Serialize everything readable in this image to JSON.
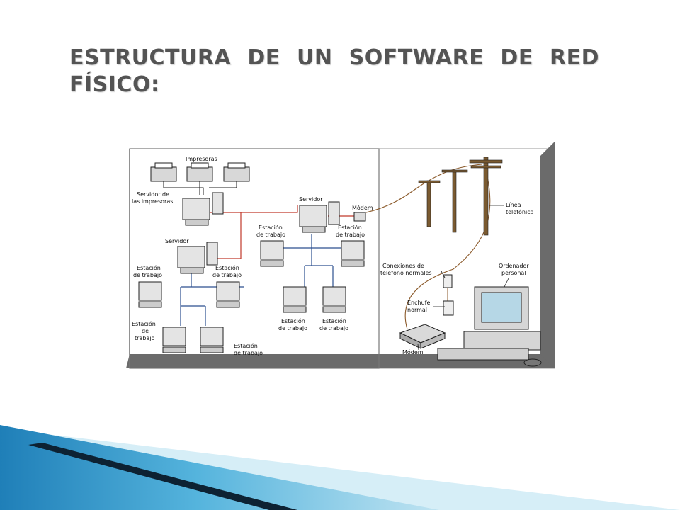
{
  "slide": {
    "title_line1": "ESTRUCTURA DE UN SOFTWARE DE RED",
    "title_line2": "FÍSICO:"
  },
  "diagram": {
    "labels": {
      "impresoras": "Impresoras",
      "servidor_impresoras_1": "Servidor de",
      "servidor_impresoras_2": "las impresoras",
      "servidor_left": "Servidor",
      "servidor_mid": "Servidor",
      "modem_top": "Módem",
      "linea_1": "Línea",
      "linea_2": "telefónica",
      "conexiones_1": "Conexiones de",
      "conexiones_2": "teléfono normales",
      "ordenador_1": "Ordenador",
      "ordenador_2": "personal",
      "enchufe_1": "Enchufe",
      "enchufe_2": "normal",
      "modem_bottom": "Módem",
      "est_a_1": "Estación",
      "est_a_2": "de trabajo",
      "est_b_1": "Estación",
      "est_b_2": "de trabajo",
      "est_c_1": "Estación",
      "est_c_2": "de",
      "est_c_3": "trabajo",
      "est_d": "Estación",
      "est_d_2": "de trabajo",
      "est_e_1": "Estación",
      "est_e_2": "de trabajo",
      "est_f_1": "Estación",
      "est_f_2": "de trabajo",
      "est_g_1": "Estación",
      "est_g_2": "de trabajo",
      "est_h_1": "Estación",
      "est_h_2": "de trabajo"
    },
    "colors": {
      "panel_border": "#7a7a7a",
      "panel_shadow": "#6b6b6b",
      "red_link": "#c0392b",
      "blue_link": "#2c4f8f",
      "phone_wire": "#8b5a2b"
    }
  },
  "decor": {
    "accent_light": "#bfe3f1",
    "accent_mid": "#3a9fcf",
    "accent_dark": "#0d2233"
  }
}
